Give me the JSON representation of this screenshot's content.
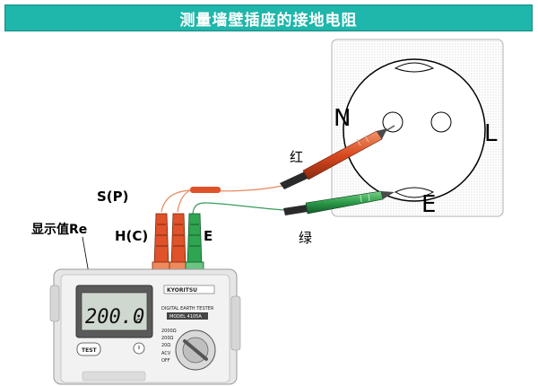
{
  "banner": {
    "title": "测量墙壁插座的接地电阻"
  },
  "socket": {
    "labels": {
      "neutral": "N",
      "line": "L",
      "earth": "E"
    }
  },
  "leads": {
    "red_label": "红",
    "green_label": "绿"
  },
  "terminals": {
    "s": "S(P)",
    "h": "H(C)",
    "e": "E"
  },
  "display_label": "显示值Re",
  "meter": {
    "brand": "KYORITSU",
    "reading": "200.0",
    "unit": "Ω",
    "model_line1": "DIGITAL EARTH TESTER",
    "model_line2": "MODEL 4105A",
    "test_button": "TEST",
    "dial_positions": [
      "2000Ω",
      "200Ω",
      "20Ω",
      "ACV",
      "OFF"
    ]
  },
  "colors": {
    "banner": "#1fb6ab",
    "red_lead": "#e0522a",
    "green_lead": "#2fa552",
    "meter_body": "#e6e6e6"
  }
}
